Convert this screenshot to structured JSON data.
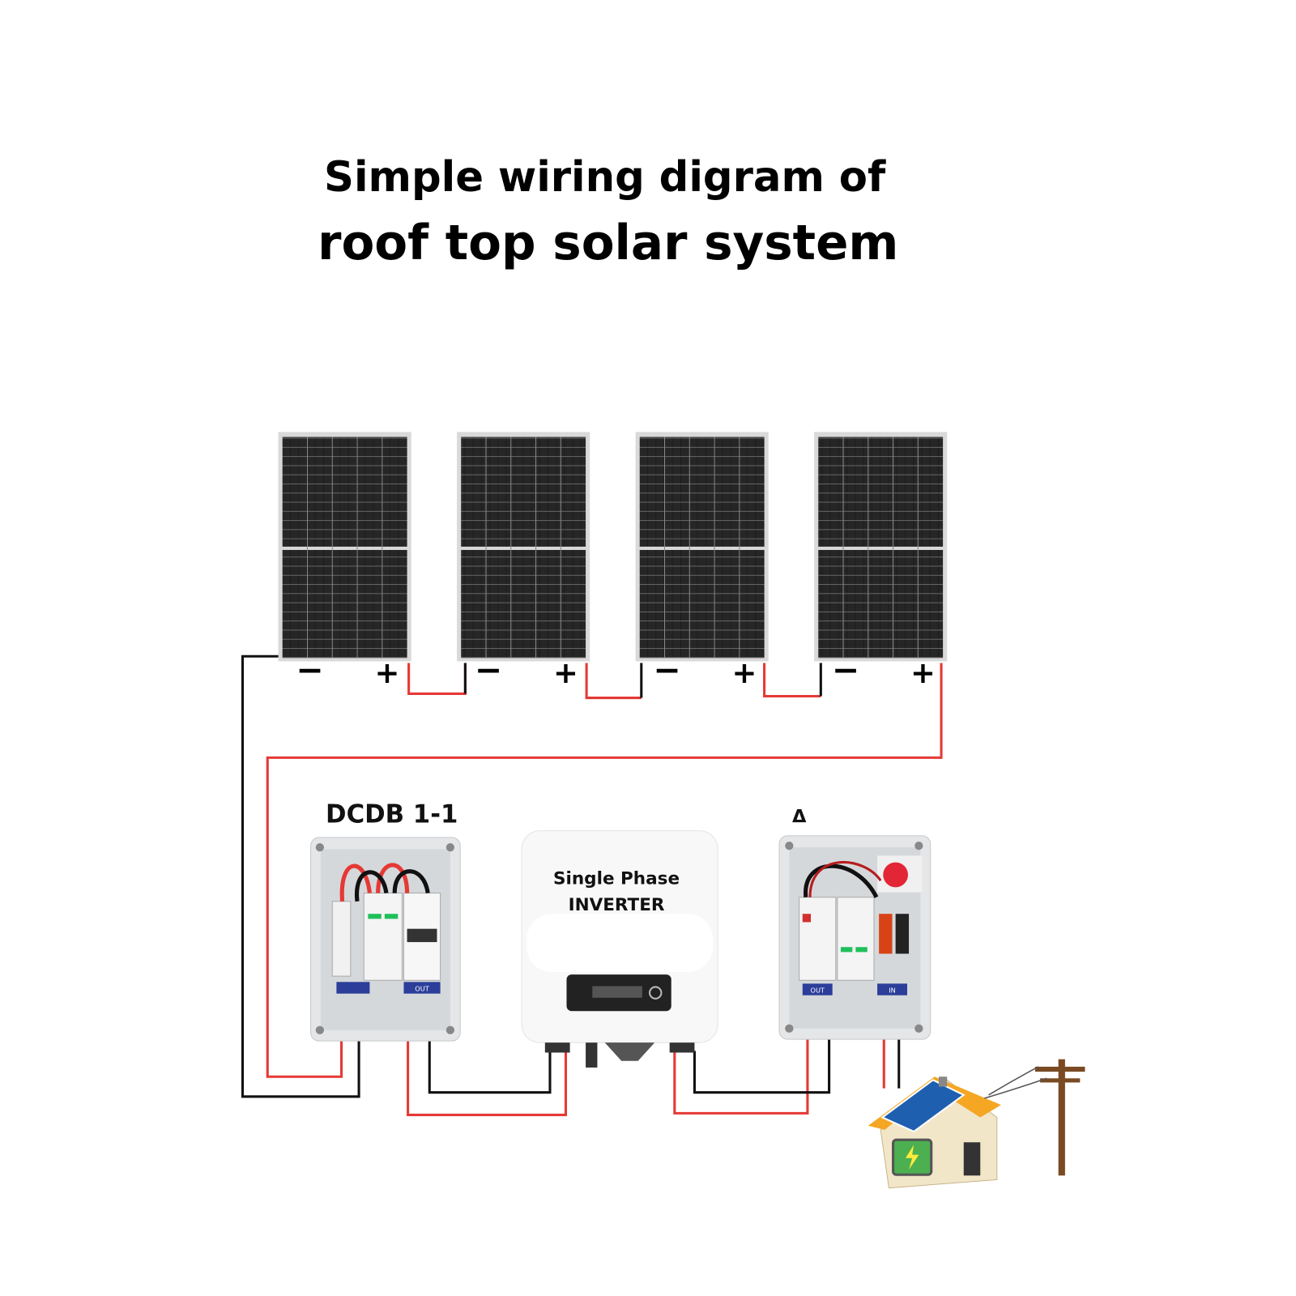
{
  "title": {
    "line1": "Simple wiring digram of",
    "line2": "roof top solar system"
  },
  "panels": [
    {
      "minus": "−",
      "plus": "+"
    },
    {
      "minus": "−",
      "plus": "+"
    },
    {
      "minus": "−",
      "plus": "+"
    },
    {
      "minus": "−",
      "plus": "+"
    }
  ],
  "dcdb": {
    "label": "DCDB 1-1",
    "out_label": "OUT"
  },
  "acdb": {
    "label": "Δ",
    "out_label": "OUT",
    "in_label": "IN"
  },
  "inverter": {
    "line1": "Single Phase",
    "line2": "INVERTER"
  },
  "colors": {
    "positive_wire": "#e53935",
    "negative_wire": "#111111",
    "panel": "#1c1c1c",
    "panel_frame": "#d9d9d9"
  }
}
